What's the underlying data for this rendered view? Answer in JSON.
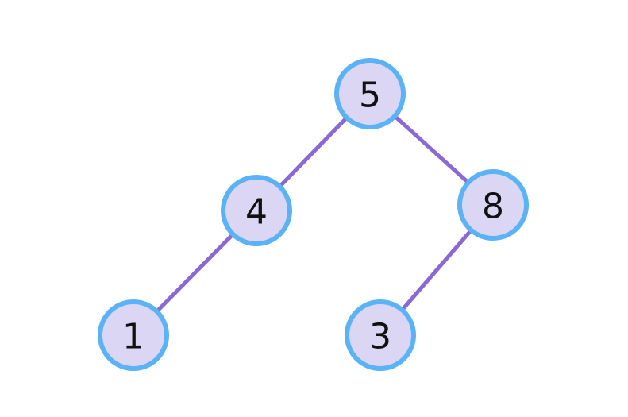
{
  "tree": {
    "nodes": [
      {
        "id": "n5",
        "label": "5"
      },
      {
        "id": "n4",
        "label": "4"
      },
      {
        "id": "n8",
        "label": "8"
      },
      {
        "id": "n1",
        "label": "1"
      },
      {
        "id": "n3",
        "label": "3"
      }
    ],
    "edges": [
      {
        "from": "n5",
        "to": "n4"
      },
      {
        "from": "n5",
        "to": "n8"
      },
      {
        "from": "n4",
        "to": "n1"
      },
      {
        "from": "n8",
        "to": "n3"
      }
    ]
  },
  "colors": {
    "node_fill": "#dcd6f5",
    "node_stroke": "#5ab2f7",
    "edge": "#8a69d4",
    "label": "#111111"
  }
}
